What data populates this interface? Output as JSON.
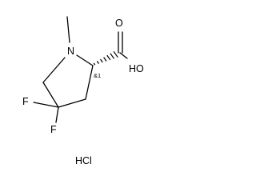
{
  "molecule": {
    "atoms": {
      "nitrogen": "N",
      "fluorine_upper": "F",
      "fluorine_lower": "F",
      "oxygen_carbonyl": "O",
      "hydroxyl": "HO"
    },
    "stereo_label": "&1",
    "salt": "HCl"
  }
}
